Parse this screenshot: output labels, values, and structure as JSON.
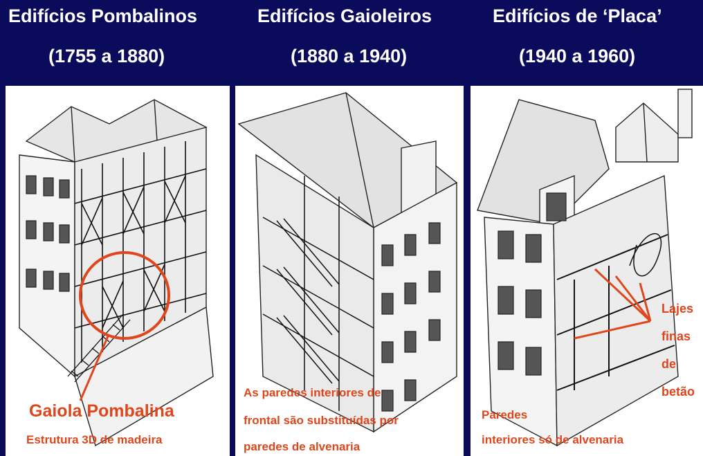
{
  "columns": [
    {
      "title": "Edifícios Pombalinos",
      "period": "(1755 a 1880)",
      "label": "Gaiola Pombalina",
      "caption": "Estrutura 3D de madeira"
    },
    {
      "title": "Edifícios Gaioleiros",
      "period": "(1880 a  1940)",
      "caption_lines": [
        "As paredes interiores de",
        "frontal são substituídas por",
        "paredes de alvenaria"
      ]
    },
    {
      "title": "Edifícios de ‘Placa’",
      "period": "(1940 a  1960)",
      "side_label": [
        "Lajes",
        "finas",
        "de",
        "betão"
      ],
      "caption_lines": [
        "Paredes",
        "interiores só de alvenaria"
      ]
    }
  ],
  "colors": {
    "header_bg": "#0b0b5c",
    "header_text": "#ffffff",
    "annotation": "#e0461c",
    "panel_bg": "#ffffff"
  }
}
